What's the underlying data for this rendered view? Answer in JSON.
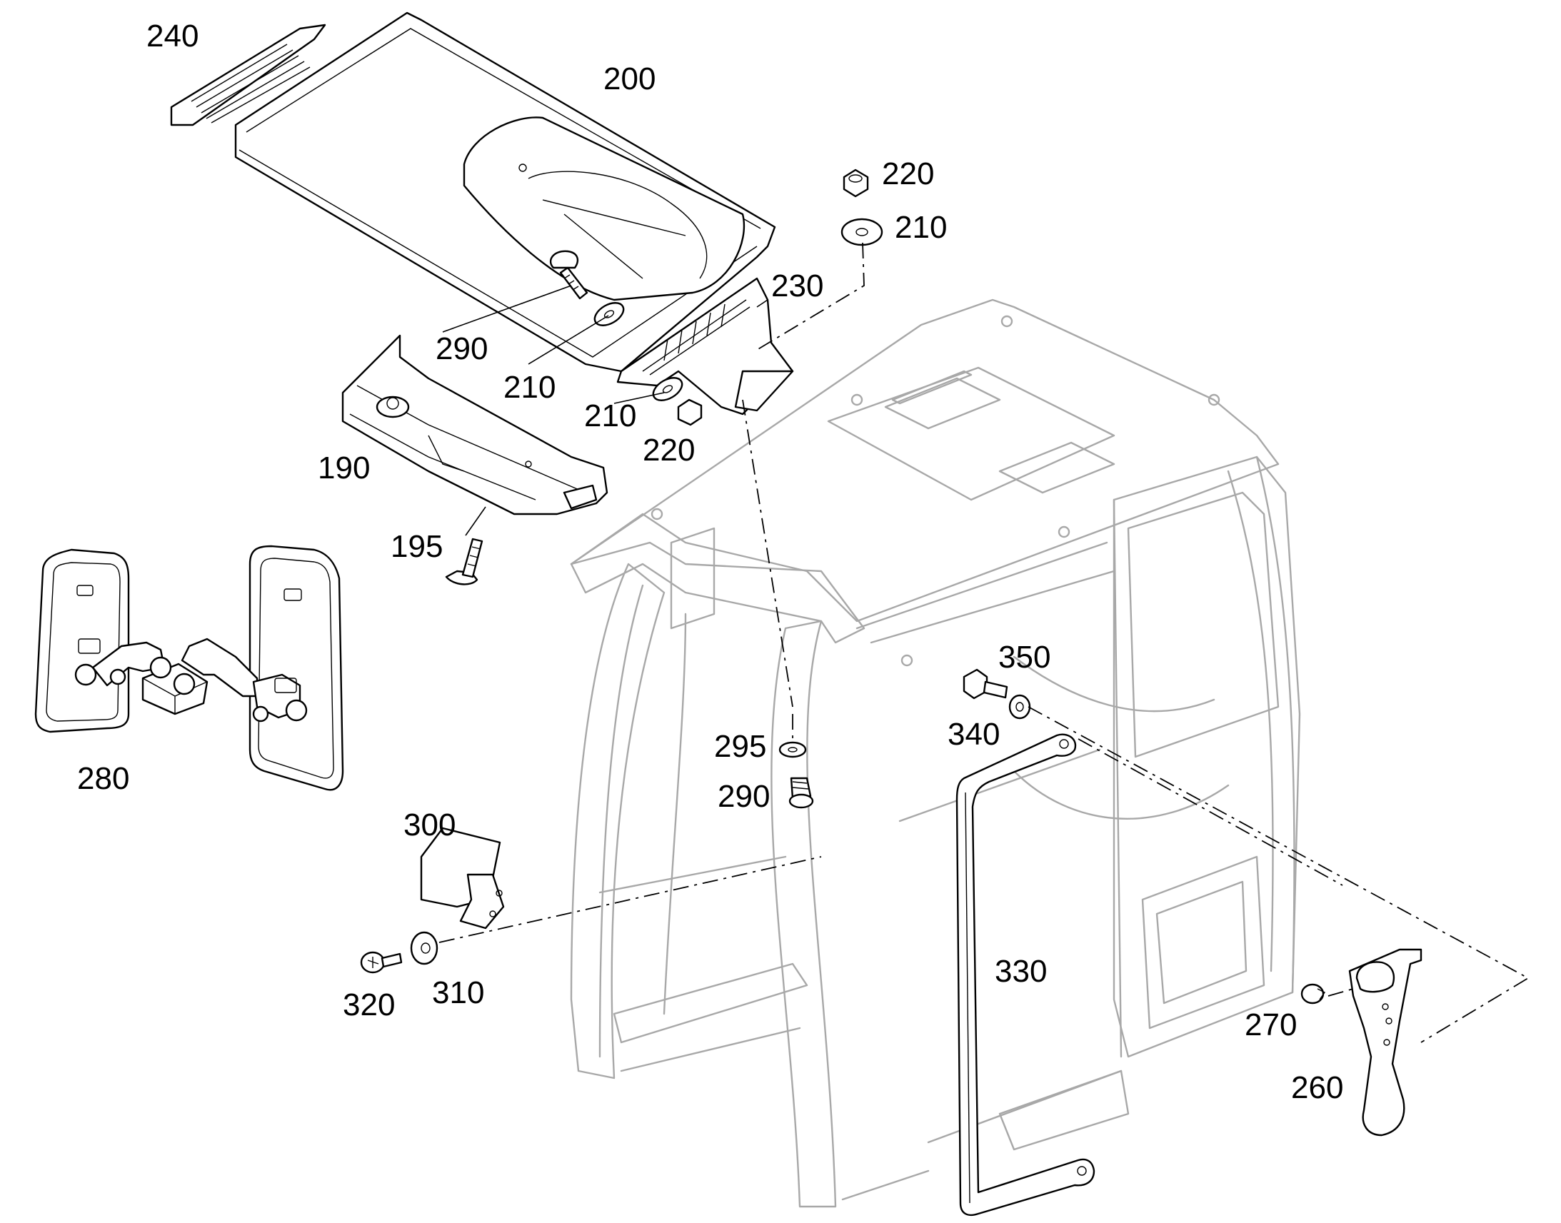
{
  "callouts": {
    "c240": "240",
    "c200": "200",
    "c220a": "220",
    "c210a": "210",
    "c230": "230",
    "c290a": "290",
    "c210b": "210",
    "c210c": "210",
    "c220b": "220",
    "c190": "190",
    "c195": "195",
    "c280": "280",
    "c350": "350",
    "c340": "340",
    "c295": "295",
    "c290b": "290",
    "c300": "300",
    "c330": "330",
    "c320": "320",
    "c310": "310",
    "c270": "270",
    "c260": "260"
  },
  "colors": {
    "parts": "#000000",
    "cab_frame": "#a8a8a8",
    "background": "#ffffff"
  }
}
